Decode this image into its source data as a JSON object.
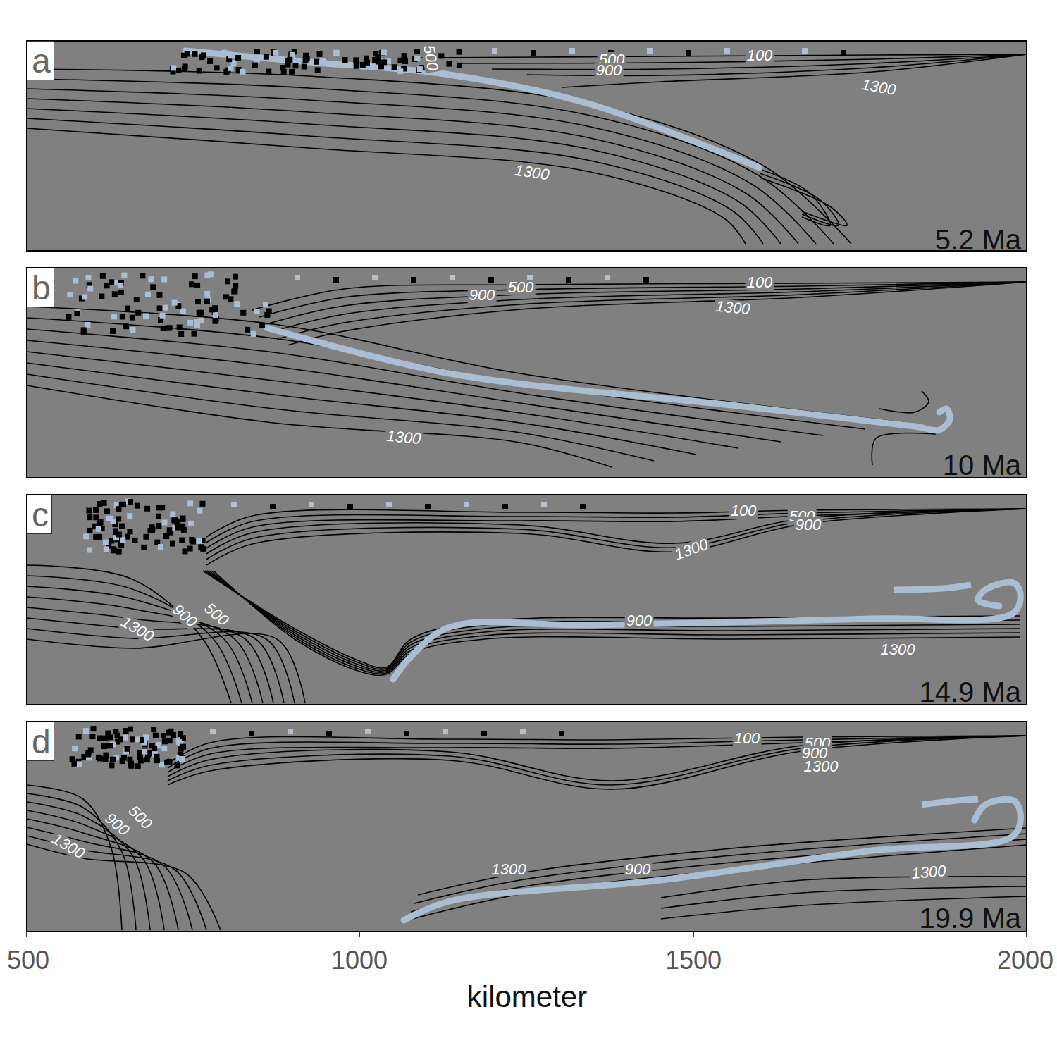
{
  "diagram": {
    "nodes": [
      {
        "text": [
          "a"
        ]
      },
      {
        "text": [
          "b"
        ]
      },
      {
        "text": [
          "c"
        ]
      },
      {
        "text": [
          "d"
        ]
      }
    ],
    "labels": [
      "500",
      "500",
      "900",
      "100",
      "1300",
      "1300",
      "5.2 Ma",
      "900",
      "500",
      "100",
      "1300",
      "1300",
      "10 Ma",
      "100",
      "500",
      "900",
      "1300",
      "500",
      "900",
      "1300",
      "900",
      "1300",
      "14.9 Ma",
      "100",
      "500",
      "900",
      "1300",
      "500",
      "900",
      "1300",
      "1300",
      "900",
      "1300",
      "19.9 Ma",
      "500",
      "1000",
      "1500",
      "2000",
      "kilometer"
    ]
  }
}
